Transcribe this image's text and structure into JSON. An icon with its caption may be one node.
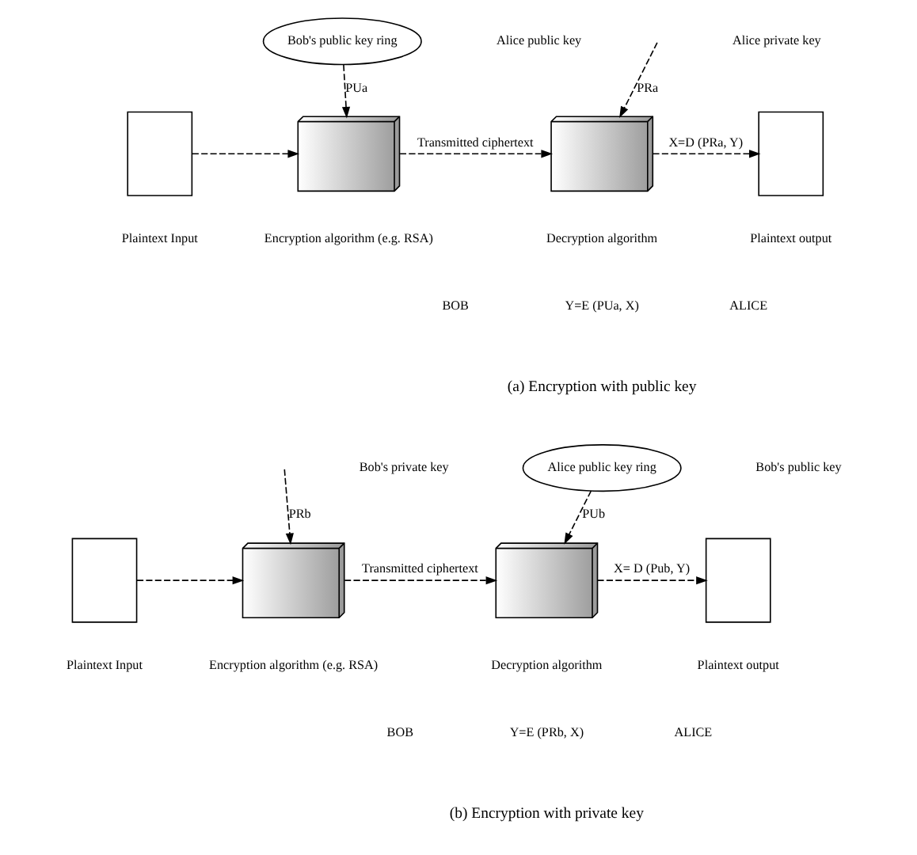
{
  "diagram": {
    "nodes": [
      {
        "text": [
          "Bob's public key ring"
        ]
      },
      {
        "text": [],
        "shape": "box",
        "beside": [
          "Plaintext Input"
        ]
      },
      {
        "text": [],
        "shape": "cube",
        "beside": [
          "Encryption algorithm (e.g. RSA)"
        ]
      },
      {
        "text": [],
        "shape": "cube",
        "beside": [
          "Decryption algorithm"
        ]
      },
      {
        "text": [],
        "shape": "box",
        "beside": [
          "Plaintext output"
        ]
      },
      {
        "text": [
          "Alice public key ring"
        ]
      },
      {
        "text": [],
        "shape": "box",
        "beside": [
          "Plaintext Input"
        ]
      },
      {
        "text": [],
        "shape": "cube",
        "beside": [
          "Encryption algorithm (e.g. RSA)"
        ]
      },
      {
        "text": [],
        "shape": "cube",
        "beside": [
          "Decryption algorithm"
        ]
      },
      {
        "text": [],
        "shape": "box",
        "beside": [
          "Plaintext output"
        ]
      }
    ],
    "edges": [
      {
        "from": 0,
        "to": 2,
        "arrow": "to",
        "label": "PUa"
      },
      {
        "from": 1,
        "to": 2,
        "arrow": "to"
      },
      {
        "from": 2,
        "to": 3,
        "arrow": "to",
        "label": "Transmitted ciphertext"
      },
      {
        "from": null,
        "to": 3,
        "arrow": "to",
        "label": "PRa"
      },
      {
        "from": 3,
        "to": 4,
        "arrow": "to",
        "label": "X=D (PRa, Y)"
      },
      {
        "from": null,
        "to": 7,
        "arrow": "to",
        "label": "PRb"
      },
      {
        "from": 6,
        "to": 7,
        "arrow": "to"
      },
      {
        "from": 7,
        "to": 8,
        "arrow": "to",
        "label": "Transmitted ciphertext"
      },
      {
        "from": 5,
        "to": 8,
        "arrow": "to",
        "label": "PUb"
      },
      {
        "from": 8,
        "to": 9,
        "arrow": "to",
        "label": "X= D (Pub, Y)"
      }
    ],
    "labels": [
      "Alice public key",
      "Alice private key",
      "Y=E (PUa, X)",
      "BOB",
      "ALICE",
      "(a) Encryption with public key",
      "Bob's private key",
      "Bob's public key",
      "Y=E (PRb, X)",
      "BOB",
      "ALICE",
      "(b) Encryption with private key"
    ]
  }
}
